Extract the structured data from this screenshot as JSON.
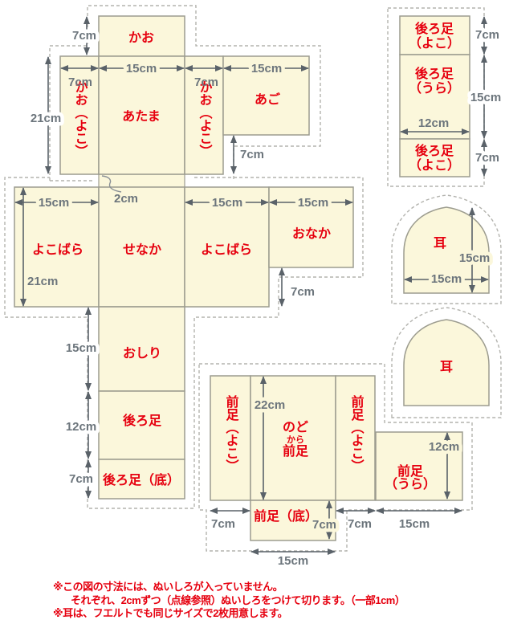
{
  "diagram": "sewing-pattern-layout",
  "colors": {
    "piece_fill": "#FBF7DB",
    "piece_border": "#9C9C8F",
    "dashed_cut_line": "#B3B3AE",
    "dimension": "#5A6269",
    "label_red": "#E6000F",
    "background": "#FFFFFF"
  },
  "labels": {
    "kao": "かお",
    "atama": "あたま",
    "kao_yoko": "かお（よこ）",
    "ago": "あご",
    "yokobara": "よこばら",
    "senaka": "せなか",
    "onaka": "おなか",
    "oshiri": "おしり",
    "ushiro_ashi": "後ろ足",
    "ushiro_ashi_soko": "後ろ足（底）",
    "yoko_paren": "（よこ）",
    "ura_paren": "（うら）",
    "mimi": "耳",
    "mae_ashi": "前足",
    "mae_ashi_yoko": "前足（よこ）",
    "mae_ashi_soko": "前足（底）",
    "nodo": "のど",
    "kara": "から"
  },
  "dims": {
    "cm2": "2cm",
    "cm7": "7cm",
    "cm12": "12cm",
    "cm15": "15cm",
    "cm21": "21cm",
    "cm22": "22cm"
  },
  "notes": {
    "line1": "※この図の寸法には、ぬいしろが入っていません。",
    "line2": "それぞれ、2cmずつ（点線参照）ぬいしろをつけて切ります。（一部1cm）",
    "line3": "※耳は、フエルトでも同じサイズで2枚用意します。"
  }
}
